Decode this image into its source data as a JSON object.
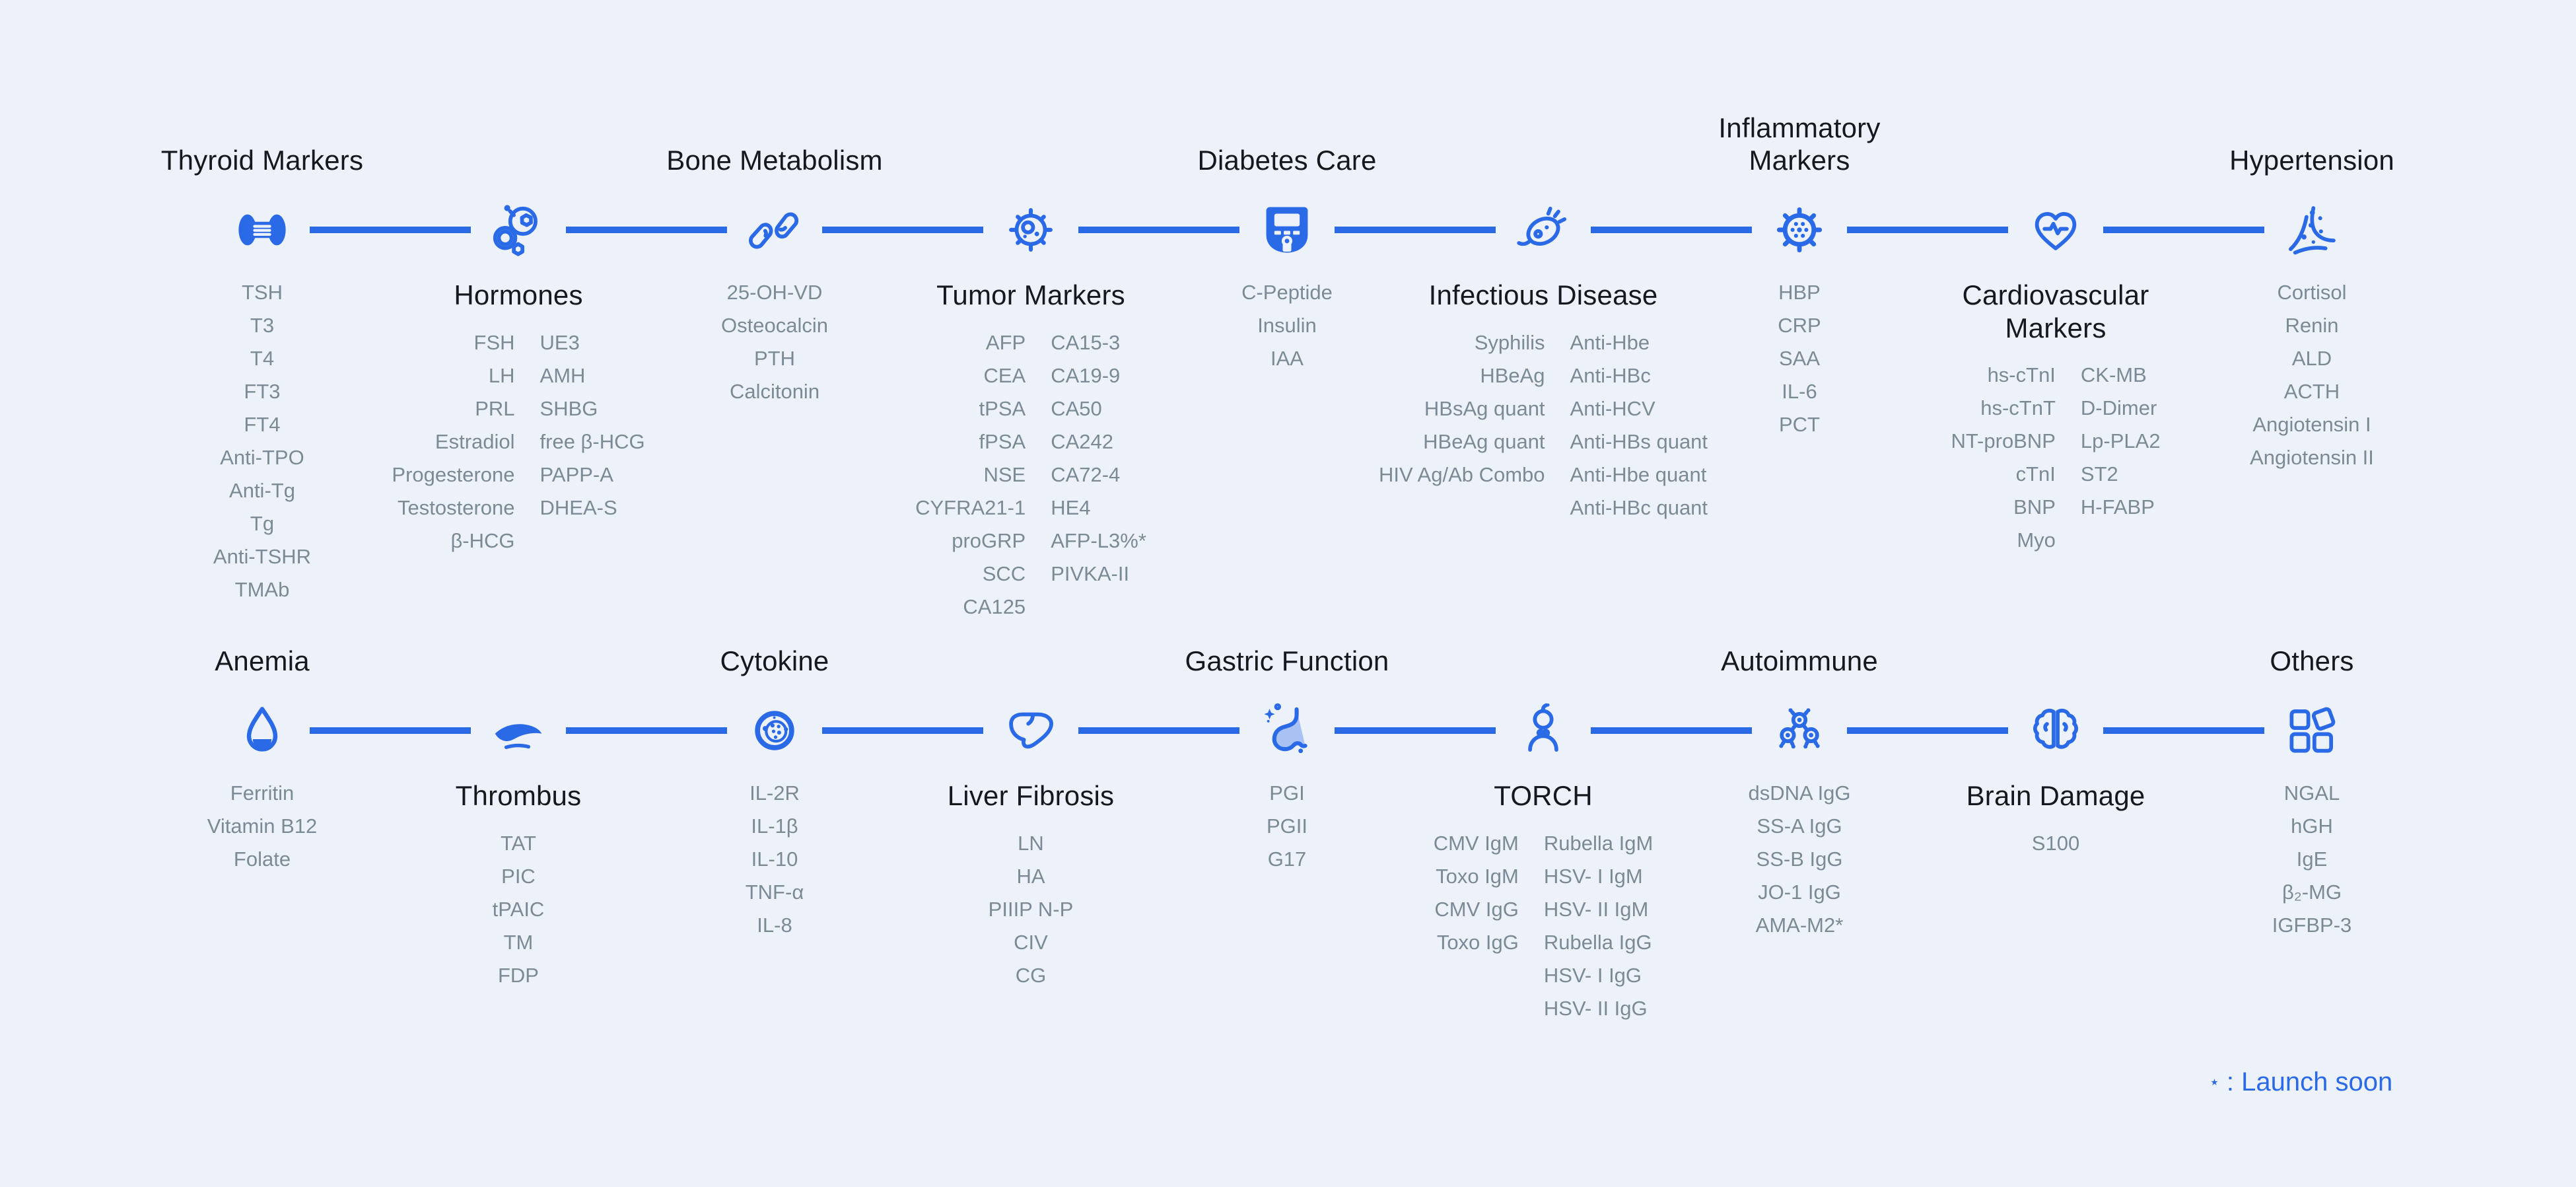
{
  "colors": {
    "background": "#EDF2FA",
    "accent": "#2B6AE6",
    "title": "#15191E",
    "item": "#7B8A94"
  },
  "footnote": {
    "star": "⋆",
    "label": ": Launch soon"
  },
  "rows": [
    {
      "columns": [
        {
          "title": "Thyroid Markers",
          "title_position": "above",
          "icon": "thyroid-icon",
          "items": [
            [
              "TSH",
              "T3",
              "T4",
              "FT3",
              "FT4",
              "Anti-TPO",
              "Anti-Tg",
              "Tg",
              "Anti-TSHR",
              "TMAb"
            ]
          ]
        },
        {
          "title": "Hormones",
          "title_position": "below",
          "icon": "hormone-molecule-icon",
          "items": [
            [
              "FSH",
              "LH",
              "PRL",
              "Estradiol",
              "Progesterone",
              "Testosterone",
              "β-HCG"
            ],
            [
              "UE3",
              "AMH",
              "SHBG",
              "free β-HCG",
              "PAPP-A",
              "DHEA-S"
            ]
          ]
        },
        {
          "title": "Bone Metabolism",
          "title_position": "above",
          "icon": "bone-joint-icon",
          "items": [
            [
              "25-OH-VD",
              "Osteocalcin",
              "PTH",
              "Calcitonin"
            ]
          ]
        },
        {
          "title": "Tumor Markers",
          "title_position": "below",
          "icon": "tumor-cell-icon",
          "items": [
            [
              "AFP",
              "CEA",
              "tPSA",
              "fPSA",
              "NSE",
              "CYFRA21-1",
              "proGRP",
              "SCC",
              "CA125"
            ],
            [
              "CA15-3",
              "CA19-9",
              "CA50",
              "CA242",
              "CA72-4",
              "HE4",
              "AFP-L3%*",
              "PIVKA-II"
            ]
          ]
        },
        {
          "title": "Diabetes Care",
          "title_position": "above",
          "icon": "glucose-meter-icon",
          "items": [
            [
              "C-Peptide",
              "Insulin",
              "IAA"
            ]
          ]
        },
        {
          "title": "Infectious Disease",
          "title_position": "below",
          "icon": "bacteria-icon",
          "items": [
            [
              "Syphilis",
              "HBeAg",
              "HBsAg quant",
              "HBeAg quant",
              "HIV Ag/Ab Combo"
            ],
            [
              "Anti-Hbe",
              "Anti-HBc",
              "Anti-HCV",
              "Anti-HBs quant",
              "Anti-Hbe quant",
              "Anti-HBc quant"
            ]
          ]
        },
        {
          "title": "Inflammatory\nMarkers",
          "title_position": "above",
          "icon": "virus-icon",
          "items": [
            [
              "HBP",
              "CRP",
              "SAA",
              "IL-6",
              "PCT"
            ]
          ]
        },
        {
          "title": "Cardiovascular\nMarkers",
          "title_position": "below",
          "icon": "heart-pulse-icon",
          "items": [
            [
              "hs-cTnI",
              "hs-cTnT",
              "NT-proBNP",
              "cTnI",
              "BNP",
              "Myo"
            ],
            [
              "CK-MB",
              "D-Dimer",
              "Lp-PLA2",
              "ST2",
              "H-FABP"
            ]
          ]
        },
        {
          "title": "Hypertension",
          "title_position": "above",
          "icon": "blood-vessel-icon",
          "items": [
            [
              "Cortisol",
              "Renin",
              "ALD",
              "ACTH",
              "Angiotensin I",
              "Angiotensin II"
            ]
          ]
        }
      ]
    },
    {
      "columns": [
        {
          "title": "Anemia",
          "title_position": "above",
          "icon": "blood-drop-icon",
          "items": [
            [
              "Ferritin",
              "Vitamin B12",
              "Folate"
            ]
          ]
        },
        {
          "title": "Thrombus",
          "title_position": "below",
          "icon": "blood-clot-icon",
          "items": [
            [
              "TAT",
              "PIC",
              "tPAIC",
              "TM",
              "FDP"
            ]
          ]
        },
        {
          "title": "Cytokine",
          "title_position": "above",
          "icon": "cytokine-cell-icon",
          "items": [
            [
              "IL-2R",
              "IL-1β",
              "IL-10",
              "TNF-α",
              "IL-8"
            ]
          ]
        },
        {
          "title": "Liver Fibrosis",
          "title_position": "below",
          "icon": "liver-icon",
          "items": [
            [
              "LN",
              "HA",
              "PIIIP N-P",
              "CIV",
              "CG"
            ]
          ]
        },
        {
          "title": "Gastric Function",
          "title_position": "above",
          "icon": "stomach-icon",
          "items": [
            [
              "PGI",
              "PGII",
              "G17"
            ]
          ]
        },
        {
          "title": "TORCH",
          "title_position": "below",
          "icon": "baby-icon",
          "items": [
            [
              "CMV IgM",
              "Toxo IgM",
              "CMV IgG",
              "Toxo IgG"
            ],
            [
              "Rubella IgM",
              "HSV- I IgM",
              "HSV- II IgM",
              "Rubella IgG",
              "HSV- I IgG",
              "HSV- II IgG"
            ]
          ]
        },
        {
          "title": "Autoimmune",
          "title_position": "above",
          "icon": "antibody-molecule-icon",
          "items": [
            [
              "dsDNA IgG",
              "SS-A IgG",
              "SS-B IgG",
              "JO-1 IgG",
              "AMA-M2*"
            ]
          ]
        },
        {
          "title": "Brain Damage",
          "title_position": "below",
          "icon": "brain-icon",
          "items": [
            [
              "S100"
            ]
          ]
        },
        {
          "title": "Others",
          "title_position": "above",
          "icon": "grid-squares-icon",
          "items": [
            [
              "NGAL",
              "hGH",
              "IgE",
              "β₂-MG",
              "IGFBP-3"
            ]
          ]
        }
      ]
    }
  ]
}
